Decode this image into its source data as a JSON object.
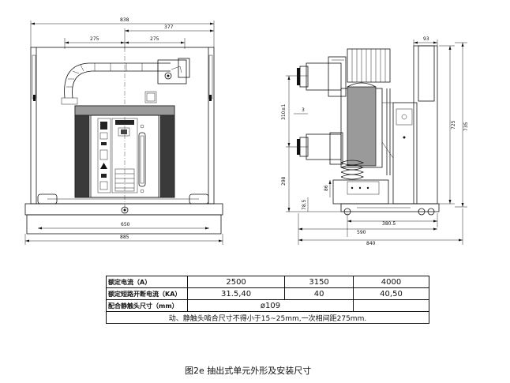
{
  "front_view": {
    "dims": {
      "overall_top": "838",
      "right_half": "377",
      "left_275": "275",
      "right_275": "275",
      "base_inner": "650",
      "base_outer": "885"
    }
  },
  "side_view": {
    "dims": {
      "top_93": "93",
      "v_725": "725",
      "v_735": "735",
      "v_310": "310±1",
      "v_3": "3",
      "v_298": "298",
      "v_86": "86",
      "v_785": "78.5",
      "h_3805": "380.5",
      "h_590": "590",
      "h_840": "840"
    }
  },
  "table": {
    "rows": [
      {
        "header": "额定电流（A）",
        "cells": [
          "2500",
          "3150",
          "4000"
        ]
      },
      {
        "header": "额定短路开断电流（KA）",
        "cells": [
          "31.5,40",
          "40",
          "40,50"
        ]
      },
      {
        "header": "配合静触头尺寸（mm）",
        "cells": [
          "ø109"
        ]
      }
    ],
    "note": "动、静触头啮合尺寸不得小于15~25mm,一次相间距275mm."
  },
  "caption": "图2e   抽出式单元外形及安装尺寸"
}
